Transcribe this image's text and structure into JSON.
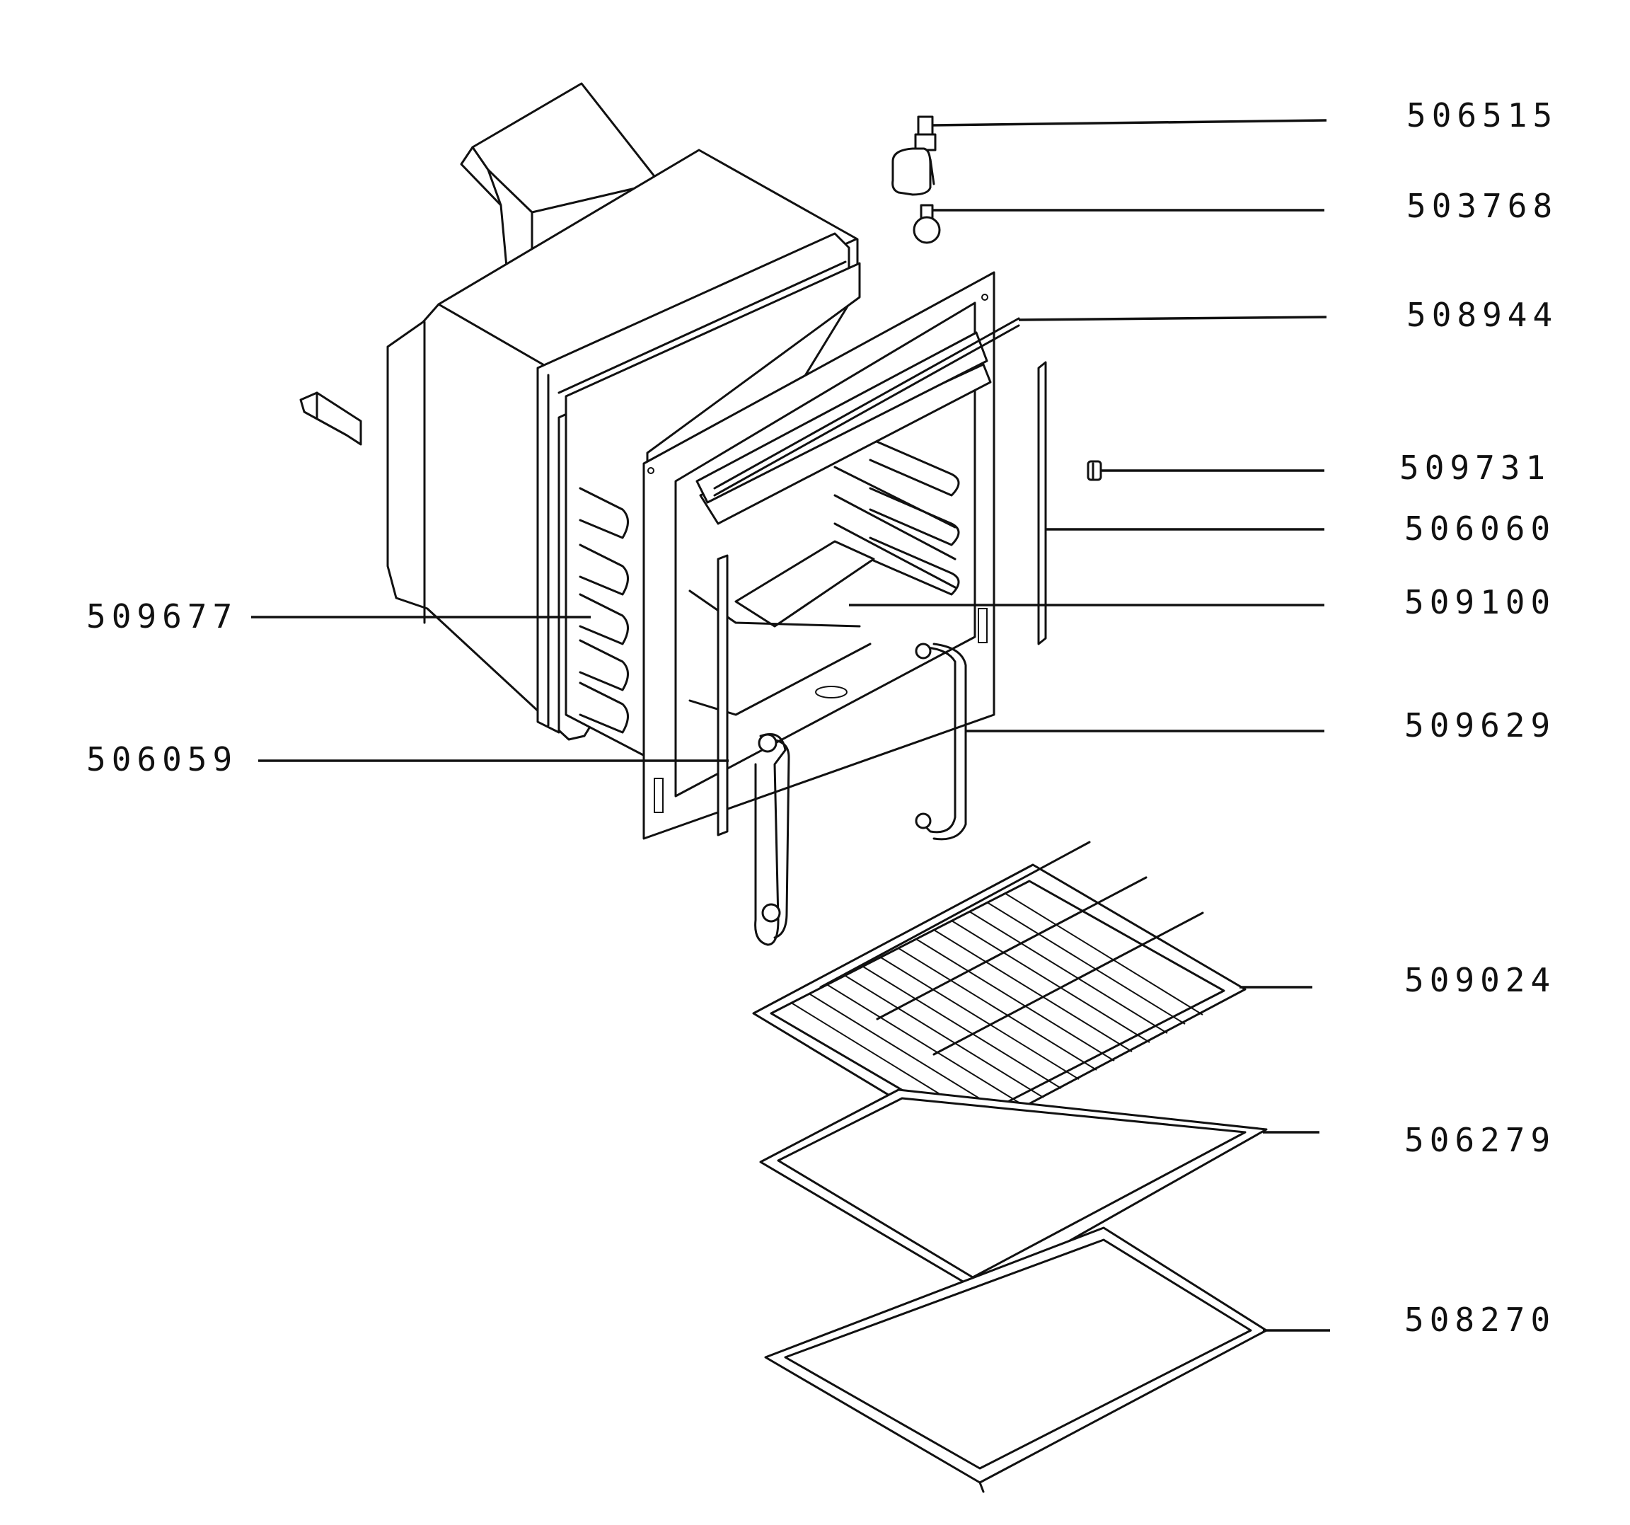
{
  "parts": [
    {
      "id": "p506515",
      "number": "506515"
    },
    {
      "id": "p503768",
      "number": "503768"
    },
    {
      "id": "p508944",
      "number": "508944"
    },
    {
      "id": "p509731",
      "number": "509731"
    },
    {
      "id": "p506060",
      "number": "506060"
    },
    {
      "id": "p509100",
      "number": "509100"
    },
    {
      "id": "p509677",
      "number": "509677"
    },
    {
      "id": "p509629",
      "number": "509629"
    },
    {
      "id": "p506059",
      "number": "506059"
    },
    {
      "id": "p509024",
      "number": "509024"
    },
    {
      "id": "p506279",
      "number": "506279"
    },
    {
      "id": "p508270",
      "number": "508270"
    }
  ]
}
